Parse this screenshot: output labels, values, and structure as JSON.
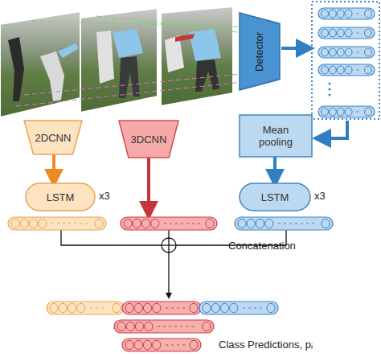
{
  "diagram": {
    "nodes": [
      {
        "text": [
          "Detector"
        ]
      },
      {
        "text": [
          "2DCNN"
        ]
      },
      {
        "text": [
          "3DCNN"
        ]
      },
      {
        "text": [
          "Mean pooling"
        ]
      },
      {
        "text": [
          "LSTM"
        ]
      },
      {
        "text": [
          "LSTM"
        ]
      }
    ],
    "edges": [
      {
        "from": 1,
        "to": 4,
        "arrow": "to"
      },
      {
        "from": 3,
        "to": 5,
        "arrow": "to"
      }
    ],
    "labels": [
      "x3",
      "x3",
      "Concatenation",
      "Class Predictions, pᵢ"
    ]
  }
}
